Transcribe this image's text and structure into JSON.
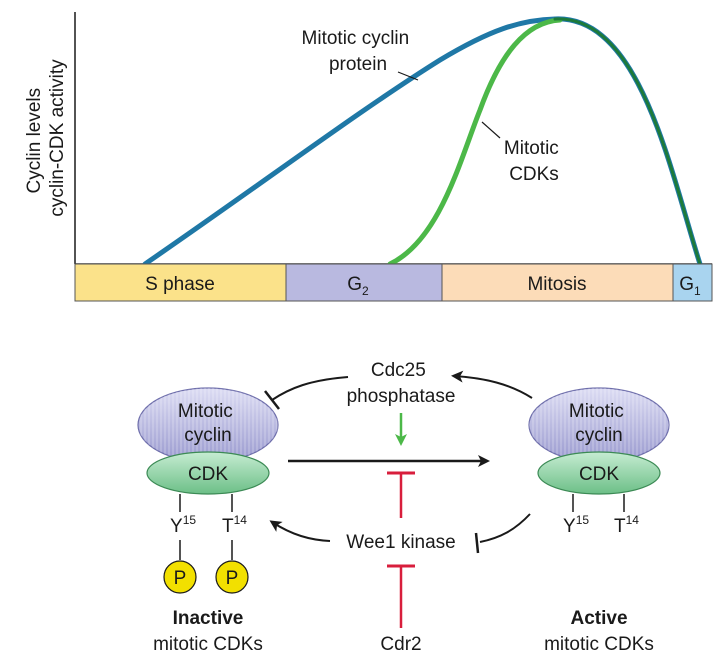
{
  "graph": {
    "y_axis_label_line1": "Cyclin levels",
    "y_axis_label_line2": "cyclin-CDK activity",
    "curve_cyclin_label_line1": "Mitotic cyclin",
    "curve_cyclin_label_line2": "protein",
    "curve_cdk_label_line1": "Mitotic",
    "curve_cdk_label_line2": "CDKs",
    "colors": {
      "cyclin_curve": "#1f78a6",
      "cdk_curve": "#4cb848",
      "cdk_curve_dark": "#1d7a3a"
    },
    "phases": [
      {
        "label": "S phase",
        "sub": "",
        "color": "#fbe28a"
      },
      {
        "label": "G",
        "sub": "2",
        "color": "#b9b9e0"
      },
      {
        "label": "Mitosis",
        "sub": "",
        "color": "#fcdcb8"
      },
      {
        "label": "G",
        "sub": "1",
        "color": "#a9d4ef"
      }
    ]
  },
  "pathway": {
    "cdc25_line1": "Cdc25",
    "cdc25_line2": "phosphatase",
    "wee1": "Wee1 kinase",
    "cdr2": "Cdr2",
    "cyclin_line1": "Mitotic",
    "cyclin_line2": "cyclin",
    "cdk": "CDK",
    "y_residue": "Y",
    "y_number": "15",
    "t_residue": "T",
    "t_number": "14",
    "phospho": "P",
    "inactive_title": "Inactive",
    "inactive_sub": "mitotic CDKs",
    "active_title": "Active",
    "active_sub": "mitotic CDKs",
    "colors": {
      "cyclin_fill": "#a9a9d8",
      "cdk_fill": "#8fd0a4",
      "phospho_fill": "#f2e000",
      "activator": "#4cb848",
      "inhibitor": "#d81e3c"
    }
  }
}
